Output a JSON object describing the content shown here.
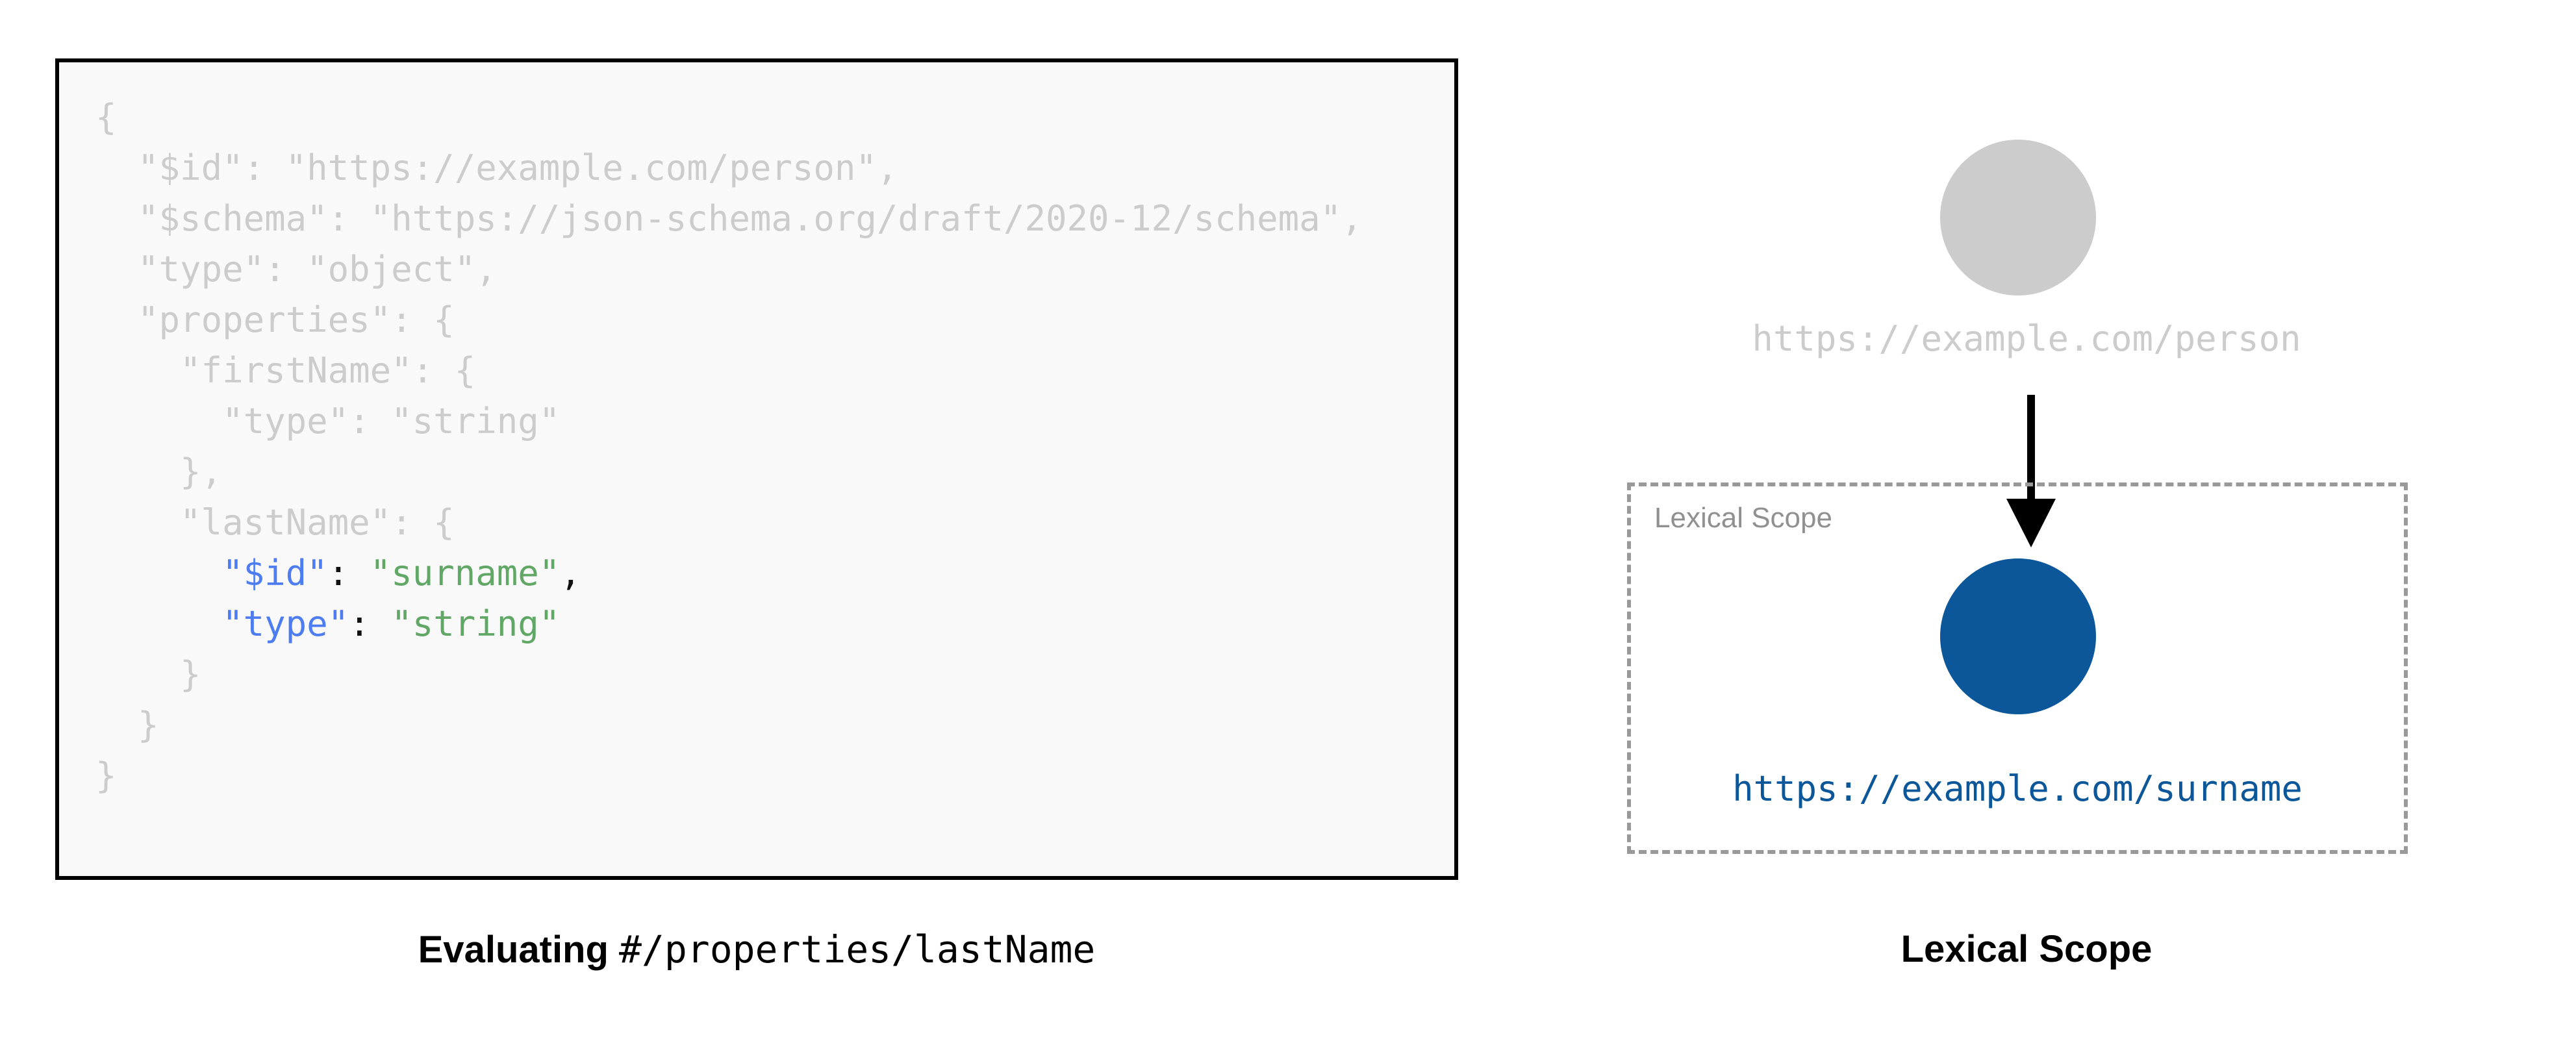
{
  "colors": {
    "code_dim": "#cccccc",
    "code_key": "#4d7df0",
    "code_string": "#61a866",
    "code_punctuation": "#111111",
    "code_panel_background": "#f9f9f9",
    "code_panel_border": "#000000",
    "root_node": "#cccccc",
    "child_node": "#0b5799",
    "scope_border": "#999999",
    "scope_label": "#909090",
    "arrow": "#000000",
    "caption": "#000000"
  },
  "code_panel": {
    "language": "json",
    "lines": [
      {
        "indent": 0,
        "segments": [
          {
            "text": "{",
            "style": "dim"
          }
        ]
      },
      {
        "indent": 1,
        "segments": [
          {
            "text": "\"$id\": \"https://example.com/person\",",
            "style": "dim"
          }
        ]
      },
      {
        "indent": 1,
        "segments": [
          {
            "text": "\"$schema\": \"https://json-schema.org/draft/2020-12/schema\",",
            "style": "dim"
          }
        ]
      },
      {
        "indent": 1,
        "segments": [
          {
            "text": "\"type\": \"object\",",
            "style": "dim"
          }
        ]
      },
      {
        "indent": 1,
        "segments": [
          {
            "text": "\"properties\": {",
            "style": "dim"
          }
        ]
      },
      {
        "indent": 2,
        "segments": [
          {
            "text": "\"firstName\": {",
            "style": "dim"
          }
        ]
      },
      {
        "indent": 3,
        "segments": [
          {
            "text": "\"type\": \"string\"",
            "style": "dim"
          }
        ]
      },
      {
        "indent": 2,
        "segments": [
          {
            "text": "},",
            "style": "dim"
          }
        ]
      },
      {
        "indent": 2,
        "segments": [
          {
            "text": "\"lastName\": {",
            "style": "dim"
          }
        ]
      },
      {
        "indent": 3,
        "segments": [
          {
            "text": "\"$id\"",
            "style": "key"
          },
          {
            "text": ": ",
            "style": "punc"
          },
          {
            "text": "\"surname\"",
            "style": "string"
          },
          {
            "text": ",",
            "style": "punc"
          }
        ]
      },
      {
        "indent": 3,
        "segments": [
          {
            "text": "\"type\"",
            "style": "key"
          },
          {
            "text": ": ",
            "style": "punc"
          },
          {
            "text": "\"string\"",
            "style": "string"
          }
        ]
      },
      {
        "indent": 2,
        "segments": [
          {
            "text": "}",
            "style": "dim"
          }
        ]
      },
      {
        "indent": 1,
        "segments": [
          {
            "text": "}",
            "style": "dim"
          }
        ]
      },
      {
        "indent": 0,
        "segments": [
          {
            "text": "}",
            "style": "dim"
          }
        ]
      }
    ]
  },
  "captions": {
    "left_bold": "Evaluating",
    "left_mono": "#/properties/lastName",
    "right": "Lexical Scope"
  },
  "graph": {
    "root_node_label": "https://example.com/person",
    "scope_box_label": "Lexical Scope",
    "child_node_label": "https://example.com/surname",
    "edge": {
      "from": "root_node",
      "to": "child_node",
      "direction": "down",
      "arrowhead": "filled-triangle"
    }
  }
}
